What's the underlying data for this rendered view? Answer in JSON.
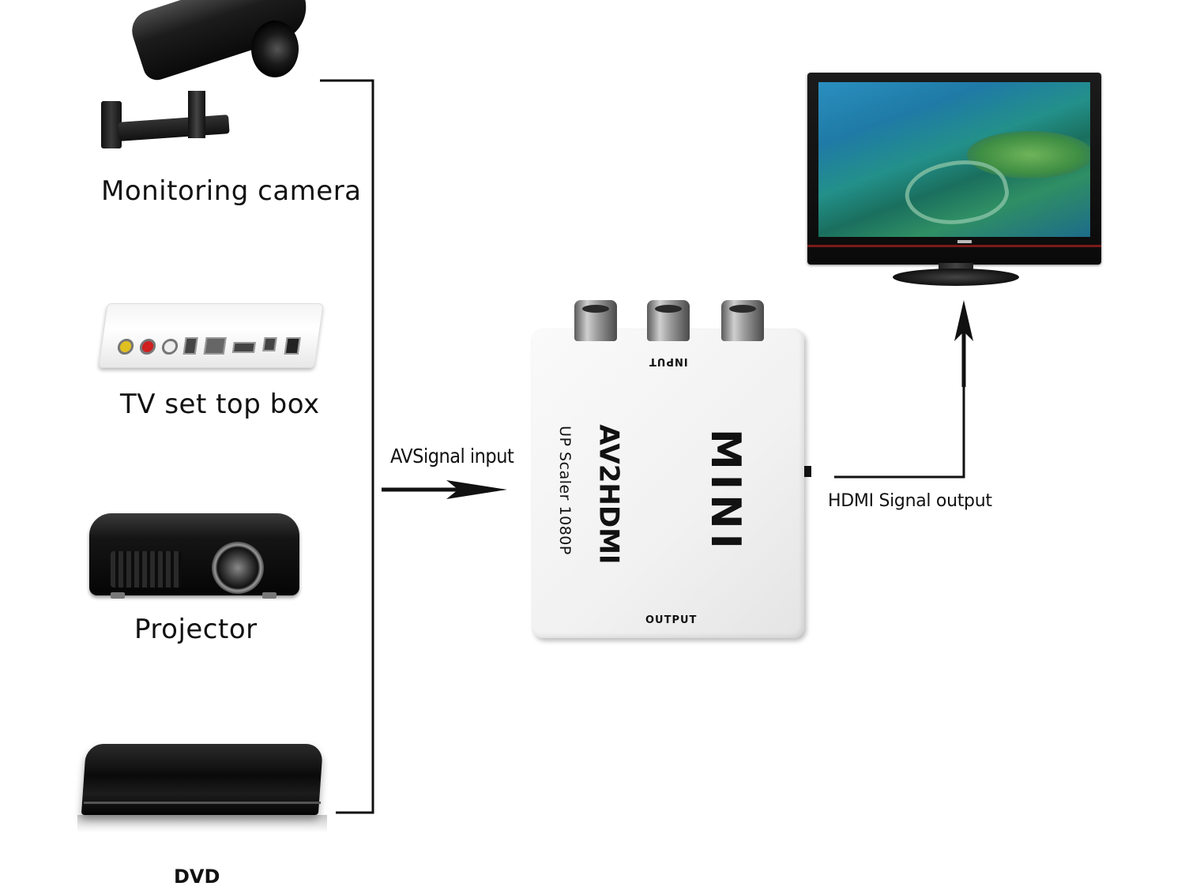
{
  "devices": {
    "camera_label": "Monitoring camera",
    "stb_label": "TV set top box",
    "projector_label": "Projector",
    "dvd_label": "DVD"
  },
  "signals": {
    "av_input": "AVSignal input",
    "hdmi_output": "HDMI Signal output"
  },
  "converter": {
    "input_label": "INPUT",
    "output_label": "OUTPUT",
    "brand": "MINI",
    "model": "AV2HDMI",
    "subtitle": "UP Scaler 1080P"
  },
  "colors": {
    "line": "#111111",
    "background": "#ffffff"
  }
}
